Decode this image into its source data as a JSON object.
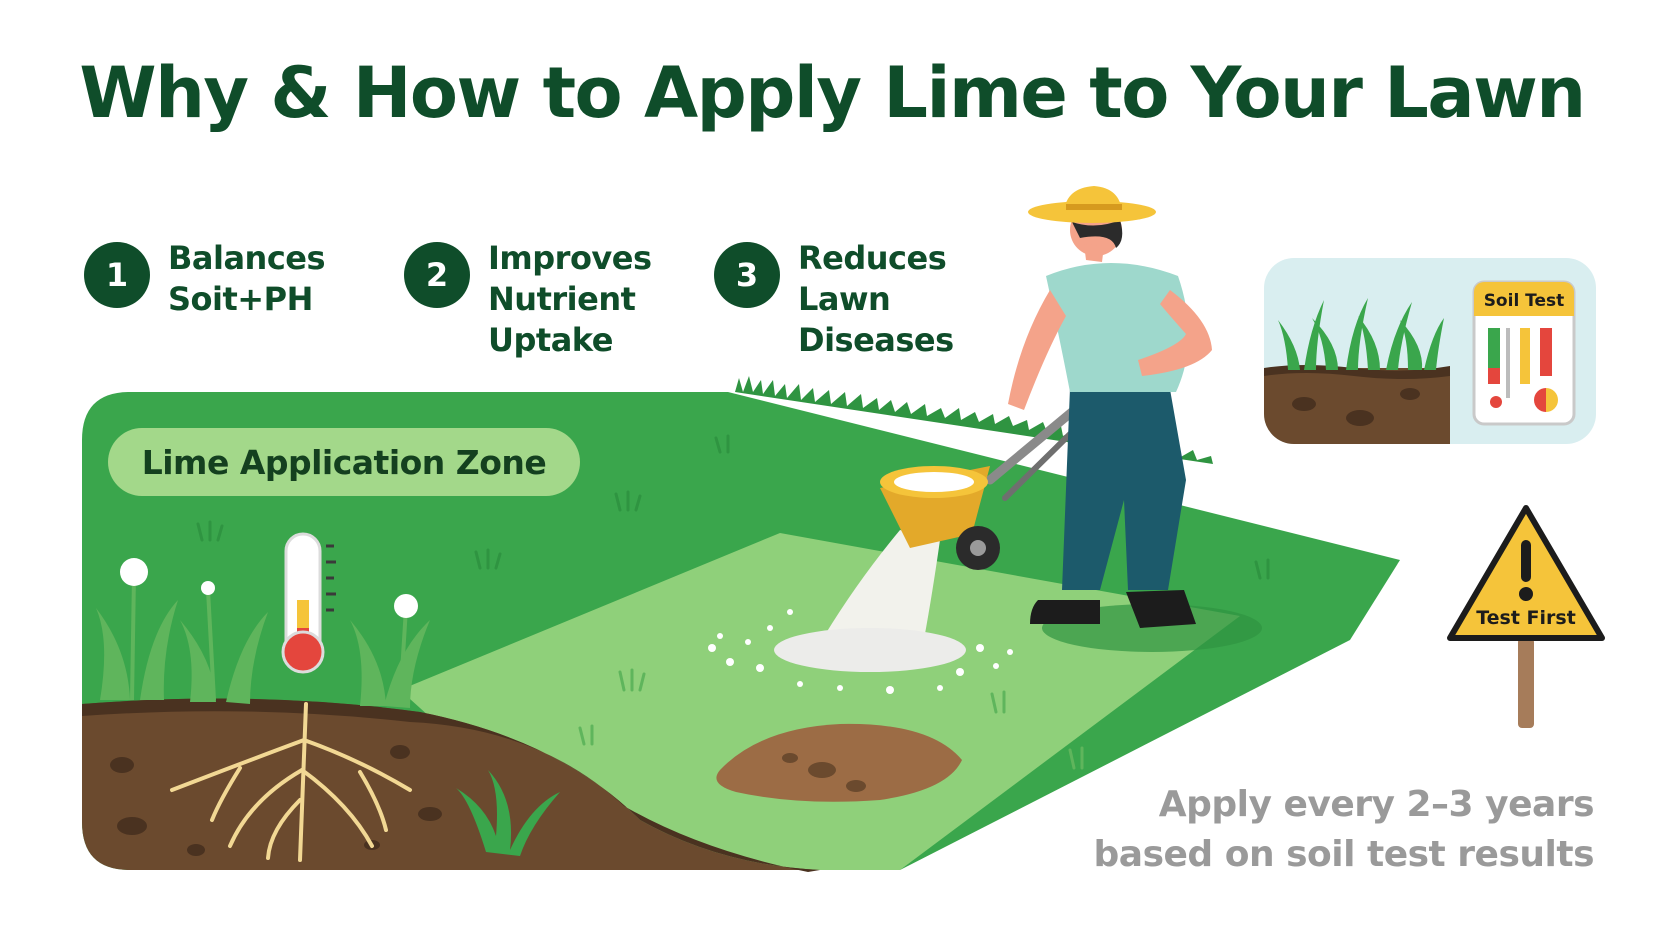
{
  "title": "Why & How to Apply Lime to Your Lawn",
  "benefits": [
    {
      "number": "1",
      "text": "Balances\nSoit+PH"
    },
    {
      "number": "2",
      "text": "Improves\nNutrient\nUptake"
    },
    {
      "number": "3",
      "text": "Reduces\nLawn\nDiseases"
    }
  ],
  "zone_label": "Lime Application Zone",
  "soil_test_label": "Soil Test",
  "warning_sign_label": "Test First",
  "note": {
    "line1": "Apply every 2–3 years",
    "line2": "based on soil test results"
  },
  "colors": {
    "title": "#0f4d2a",
    "lawn_dark": "#3aa64c",
    "lawn_light": "#8fd07a",
    "soil": "#6b4a2e",
    "sign": "#f5c43a",
    "note_gray": "#9a9a9a"
  },
  "icons": [
    "thermometer-icon",
    "roots-icon",
    "spreader-icon",
    "gardener-icon",
    "soil-test-kit-icon",
    "warning-sign-icon"
  ]
}
